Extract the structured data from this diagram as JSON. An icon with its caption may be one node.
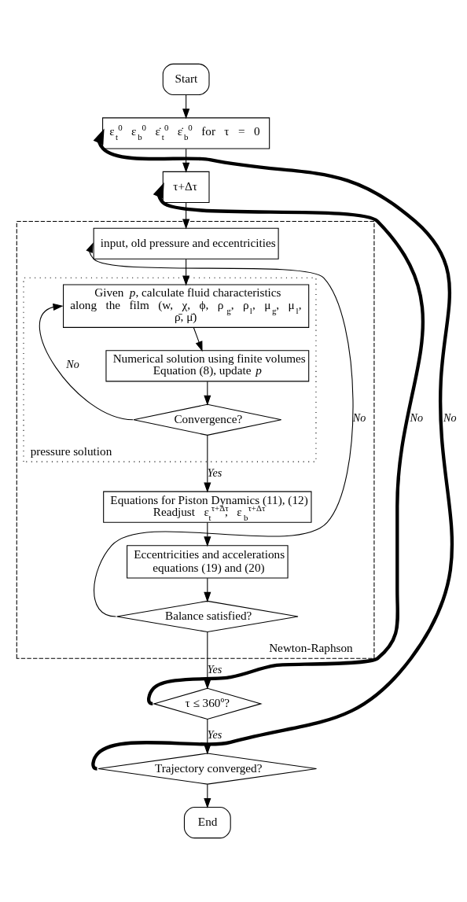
{
  "diagram": {
    "nodes": [
      {
        "text": [
          "Start"
        ]
      },
      {
        "text": [
          "ε$_{t}$$^{0}$ ε$_{b}$$^{0}$ ε̇$_{t}$$^{0}$ ε̇$_{b}$$^{0}$ for τ = 0"
        ]
      },
      {
        "text": [
          "τ+Δτ"
        ]
      },
      {
        "text": [
          "Newton-Raphson"
        ]
      },
      {
        "text": [
          "input, old pressure and eccentricities"
        ],
        "in": 3
      },
      {
        "text": [
          "pressure solution"
        ],
        "in": 3
      },
      {
        "text": [
          "Given *p*, calculate fluid characteristics along the film (w, χ, ϕ, ρ$_{g}$, ρ$_{l}$, μ$_{g}$, μ$_{l}$, ρ̄, μ̄)"
        ],
        "in": 5
      },
      {
        "text": [
          "Numerical solution using finite volumes Equation (8), update *p*"
        ],
        "in": 5
      },
      {
        "text": [
          "Convergence?"
        ],
        "in": 5
      },
      {
        "text": [
          "Equations for Piston Dynamics (11), (12) Readjust ε$_{t}$$^{τ+Δτ}$, ε$_{b}$$^{τ+Δτ}$"
        ],
        "in": 3
      },
      {
        "text": [
          "Eccentricities and accelerations equations (19) and (20)"
        ],
        "in": 3
      },
      {
        "text": [
          "Balance satisfied?"
        ],
        "in": 3
      },
      {
        "text": [
          "τ ≤ 360º?"
        ]
      },
      {
        "text": [
          "Trajectory converged?"
        ]
      },
      {
        "text": [
          "End"
        ]
      }
    ],
    "edges": [
      {
        "from": 0,
        "to": 1,
        "arrow": "to"
      },
      {
        "from": 1,
        "to": 2,
        "arrow": "to"
      },
      {
        "from": 2,
        "to": 4,
        "arrow": "to"
      },
      {
        "from": 4,
        "to": 6,
        "arrow": "to"
      },
      {
        "from": 6,
        "to": 7,
        "arrow": "to"
      },
      {
        "from": 7,
        "to": 8,
        "arrow": "to"
      },
      {
        "from": 8,
        "to": 6,
        "arrow": "to",
        "label": "No"
      },
      {
        "from": 8,
        "to": 9,
        "arrow": "to",
        "label": "Yes"
      },
      {
        "from": 9,
        "to": 10,
        "arrow": "to"
      },
      {
        "from": 10,
        "to": 11,
        "arrow": "to"
      },
      {
        "from": 11,
        "to": 4,
        "arrow": "to",
        "label": "No"
      },
      {
        "from": 11,
        "to": 12,
        "arrow": "to",
        "label": "Yes"
      },
      {
        "from": 12,
        "to": 2,
        "arrow": "to",
        "label": "No",
        "style": "thick"
      },
      {
        "from": 12,
        "to": 13,
        "arrow": "to",
        "label": "Yes"
      },
      {
        "from": 13,
        "to": 1,
        "arrow": "to",
        "label": "No",
        "style": "thick"
      },
      {
        "from": 13,
        "to": 14,
        "arrow": "to"
      }
    ]
  }
}
